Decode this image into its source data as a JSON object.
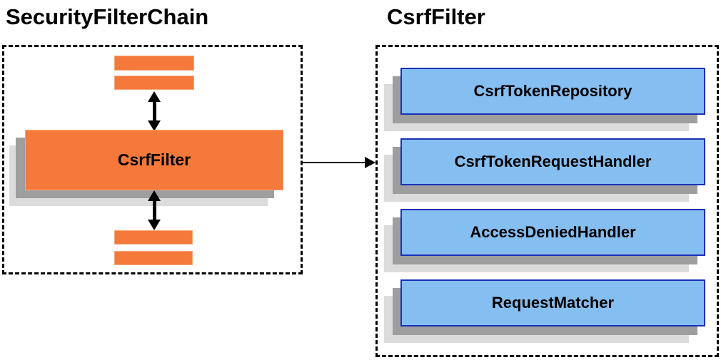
{
  "left_panel": {
    "title": "SecurityFilterChain",
    "csrf_filter_label": "CsrfFilter"
  },
  "right_panel": {
    "title": "CsrfFilter",
    "components": [
      {
        "label": "CsrfTokenRepository"
      },
      {
        "label": "CsrfTokenRequestHandler"
      },
      {
        "label": "AccessDeniedHandler"
      },
      {
        "label": "RequestMatcher"
      }
    ]
  },
  "colors": {
    "filter_orange": "#f4793b",
    "component_blue_fill": "#85bef0",
    "component_blue_border": "#1b31b5",
    "shadow_dark": "#9e9e9e",
    "shadow_light": "#dcdcdc",
    "line_black": "#000000"
  }
}
